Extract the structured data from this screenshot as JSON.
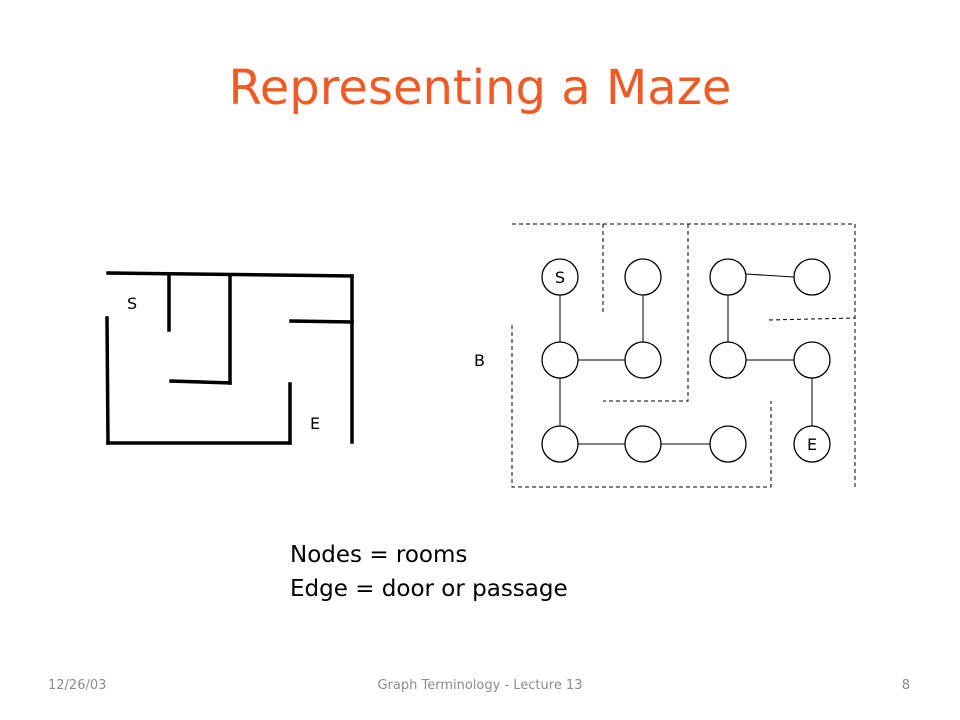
{
  "slide": {
    "title": "Representing a Maze",
    "title_color": "#f05a24",
    "caption_lines": [
      "Nodes = rooms",
      "Edge = door or passage"
    ],
    "footer_date": "12/26/03",
    "footer_center": "Graph Terminology - Lecture 13",
    "footer_page": "8"
  },
  "maze": {
    "start_label": "S",
    "end_label": "E"
  },
  "graph": {
    "start_label": "S",
    "end_label": "E",
    "boundary_label": "B"
  }
}
